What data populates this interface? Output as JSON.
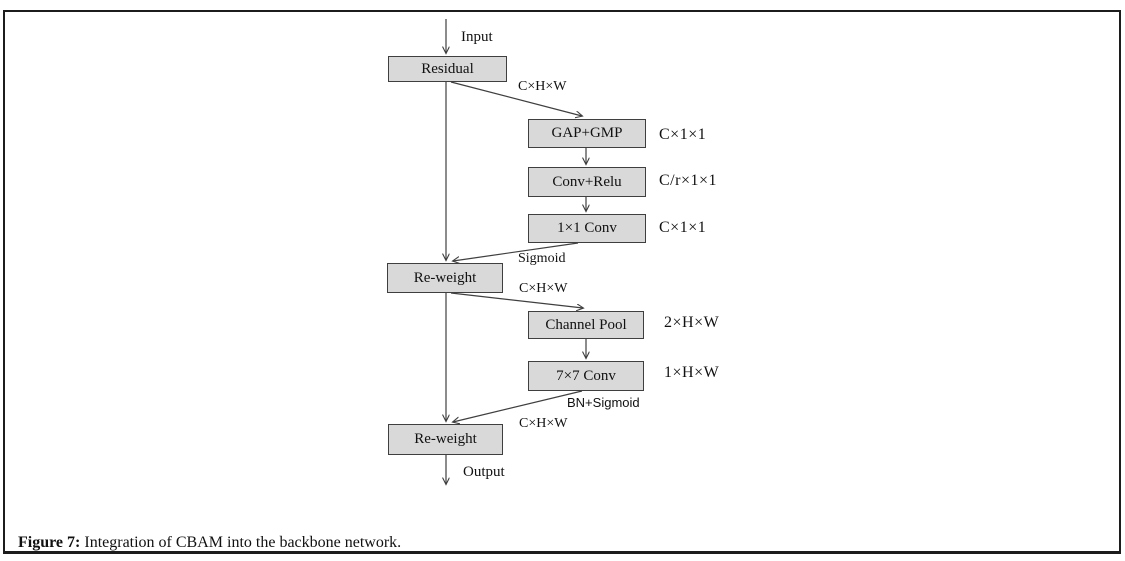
{
  "figure": {
    "caption_label": "Figure 7:",
    "caption_text": " Integration of CBAM into the backbone network."
  },
  "diagram": {
    "nodes": {
      "residual": "Residual",
      "gap_gmp": "GAP+GMP",
      "conv_relu": "Conv+Relu",
      "conv_1x1": "1×1 Conv",
      "reweight1": "Re-weight",
      "channel_pool": "Channel Pool",
      "conv_7x7": "7×7 Conv",
      "reweight2": "Re-weight"
    },
    "labels": {
      "input": "Input",
      "dim_chw_1": "C×H×W",
      "dim_c1x1_gap": "C×1×1",
      "dim_cr1x1": "C/r×1×1",
      "dim_c1x1_conv": "C×1×1",
      "sigmoid": "Sigmoid",
      "dim_chw_2": "C×H×W",
      "dim_2hw": "2×H×W",
      "dim_1hw": "1×H×W",
      "bn_sigmoid": "BN+Sigmoid",
      "dim_chw_3": "C×H×W",
      "output": "Output"
    },
    "colors": {
      "node_fill": "#d9d9d9",
      "node_border": "#3f3f3f",
      "connector_line": "#3f3f3f",
      "text": "#111111",
      "frame_border": "#1c1c1c",
      "background": "#ffffff"
    }
  }
}
